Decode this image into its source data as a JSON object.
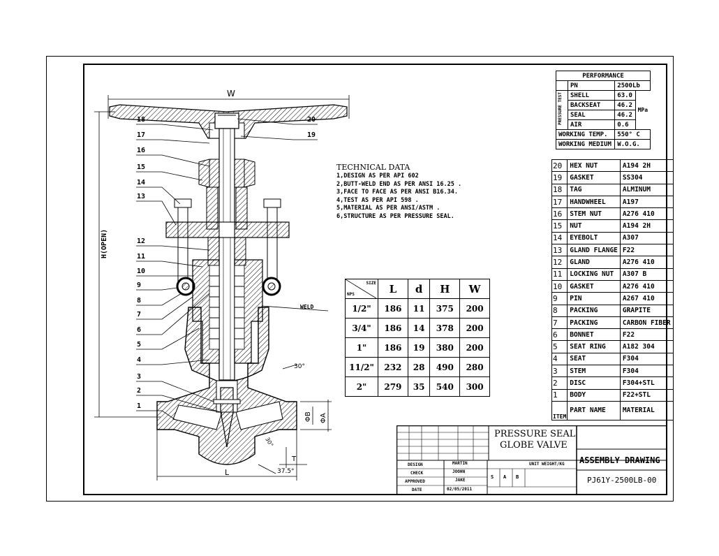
{
  "drawing": {
    "width_label": "W",
    "height_label": "H(OPEN)",
    "length_label": "L",
    "weld_label": "WELD",
    "angle_30_top": "30°",
    "angle_30_bottom": "30°",
    "angle_375": "37.5°",
    "dia_B": "ΦB",
    "dia_A": "ΦA",
    "t_label": "T",
    "callouts_left": [
      "18",
      "17",
      "16",
      "15",
      "14",
      "13",
      "12",
      "11",
      "10",
      "9",
      "8",
      "7",
      "6",
      "5",
      "4",
      "3",
      "2",
      "1"
    ],
    "callouts_right": [
      "20",
      "19"
    ]
  },
  "technical_data": {
    "title": "TECHNICAL DATA",
    "lines": [
      "1,DESIGN AS PER API 602",
      "2,BUTT-WELD END AS PER ANSI 16.25 .",
      "3,FACE TO FACE AS PER ANSI B16.34.",
      "4,TEST AS PER API 598 .",
      "5,MATERIAL AS PER ANSI/ASTM .",
      "6,STRUCTURE AS PER PRESSURE SEAL."
    ]
  },
  "size_table": {
    "corner_top": "SIZE",
    "corner_bottom": "NPS",
    "headers": [
      "L",
      "d",
      "H",
      "W"
    ],
    "rows": [
      [
        "1/2\"",
        "186",
        "11",
        "375",
        "200"
      ],
      [
        "3/4\"",
        "186",
        "14",
        "378",
        "200"
      ],
      [
        "1\"",
        "186",
        "19",
        "380",
        "200"
      ],
      [
        "11/2\"",
        "232",
        "28",
        "490",
        "280"
      ],
      [
        "2\"",
        "279",
        "35",
        "540",
        "300"
      ]
    ]
  },
  "performance": {
    "title": "PERFORMANCE",
    "pn_label": "PN",
    "pn_value": "2500Lb",
    "pressure_test_label": "PRESSURE TEST",
    "rows": [
      {
        "label": "SHELL",
        "value": "63.0"
      },
      {
        "label": "BACKSEAT",
        "value": "46.2"
      },
      {
        "label": "SEAL",
        "value": "46.2"
      },
      {
        "label": "AIR",
        "value": "0.6"
      }
    ],
    "unit": "MPa",
    "temp_label": "WORKING TEMP.",
    "temp_value": "550° C",
    "medium_label": "WORKING MEDIUM",
    "medium_value": "W.O.G."
  },
  "parts": [
    {
      "n": "20",
      "name": "HEX NUT",
      "mat": "A194 2H"
    },
    {
      "n": "19",
      "name": "GASKET",
      "mat": "SS304"
    },
    {
      "n": "18",
      "name": "TAG",
      "mat": "ALMINUM"
    },
    {
      "n": "17",
      "name": "HANDWHEEL",
      "mat": "A197"
    },
    {
      "n": "16",
      "name": "STEM NUT",
      "mat": "A276 410"
    },
    {
      "n": "15",
      "name": "NUT",
      "mat": "A194 2H"
    },
    {
      "n": "14",
      "name": "EYEBOLT",
      "mat": "A307"
    },
    {
      "n": "13",
      "name": "GLAND FLANGE",
      "mat": "F22"
    },
    {
      "n": "12",
      "name": "GLAND",
      "mat": "A276 410"
    },
    {
      "n": "11",
      "name": "LOCKING NUT",
      "mat": "A307 B"
    },
    {
      "n": "10",
      "name": "GASKET",
      "mat": "A276 410"
    },
    {
      "n": "9",
      "name": "PIN",
      "mat": "A267 410"
    },
    {
      "n": "8",
      "name": "PACKING",
      "mat": "GRAPITE"
    },
    {
      "n": "7",
      "name": "PACKING",
      "mat": "CARBON FIBER"
    },
    {
      "n": "6",
      "name": "BONNET",
      "mat": "F22"
    },
    {
      "n": "5",
      "name": "SEAT RING",
      "mat": "A182 304"
    },
    {
      "n": "4",
      "name": "SEAT",
      "mat": "F304"
    },
    {
      "n": "3",
      "name": "STEM",
      "mat": "F304"
    },
    {
      "n": "2",
      "name": "DISC",
      "mat": "F304+STL"
    },
    {
      "n": "1",
      "name": "BODY",
      "mat": "F22+STL"
    }
  ],
  "parts_header": {
    "item": "ITEM",
    "name": "PART NAME",
    "mat": "MATERIAL"
  },
  "title_block": {
    "product_title_1": "PRESSURE SEAL",
    "product_title_2": "GLOBE VALVE",
    "drawing_type": "ASSEMBLY DRAWING",
    "drawing_number": "PJ61Y-2500LB-00",
    "unit_weight_label": "UNIT WEIGHT/KG",
    "sheet_marks": [
      "S",
      "A",
      "B"
    ],
    "people": [
      {
        "role": "DESIGN",
        "name": "MARTIN"
      },
      {
        "role": "CHECK",
        "name": "JOOHN"
      },
      {
        "role": "APPROVED",
        "name": "JAKE"
      },
      {
        "role": "DATE",
        "name": "02/05/2011"
      }
    ]
  }
}
